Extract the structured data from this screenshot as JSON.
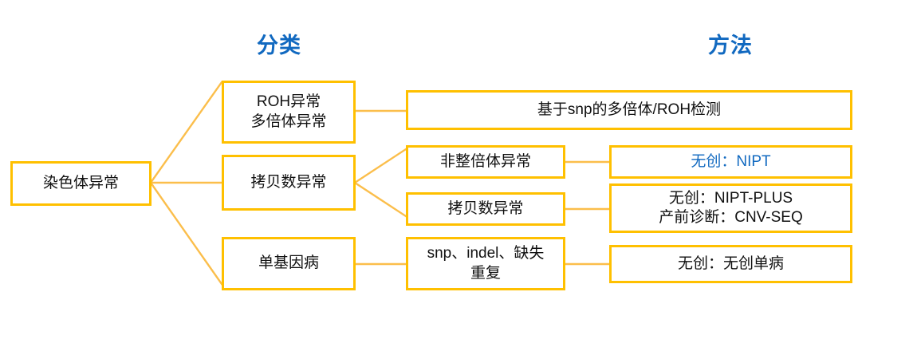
{
  "theme": {
    "box_border": "#FFC000",
    "connector": "#FBBE4B",
    "title_blue": "#1169C0",
    "accent_text": "#1169C0",
    "text": "#111111",
    "background": "#FFFFFF"
  },
  "titles": {
    "classification": "分类",
    "method": "方法"
  },
  "root": {
    "label": "染色体异常"
  },
  "categories": [
    {
      "id": "roh",
      "label": "ROH异常\n多倍体异常"
    },
    {
      "id": "cnv",
      "label": "拷贝数异常"
    },
    {
      "id": "monogenic",
      "label": "单基因病"
    }
  ],
  "subcategories": [
    {
      "id": "aneuploidy",
      "label": "非整倍体异常"
    },
    {
      "id": "copy-number",
      "label": "拷贝数异常"
    },
    {
      "id": "snp-indel",
      "label": "snp、indel、缺失\n重复"
    }
  ],
  "methods": [
    {
      "id": "snp-polyploid-roh",
      "label": "基于snp的多倍体/ROH检测",
      "accent": false
    },
    {
      "id": "nipt",
      "label": "无创：NIPT",
      "accent": true
    },
    {
      "id": "nipt-plus-cnvseq",
      "label": "无创：NIPT-PLUS\n产前诊断：CNV-SEQ",
      "accent": false
    },
    {
      "id": "noninvasive-single-disease",
      "label": "无创：无创单病",
      "accent": false
    }
  ]
}
